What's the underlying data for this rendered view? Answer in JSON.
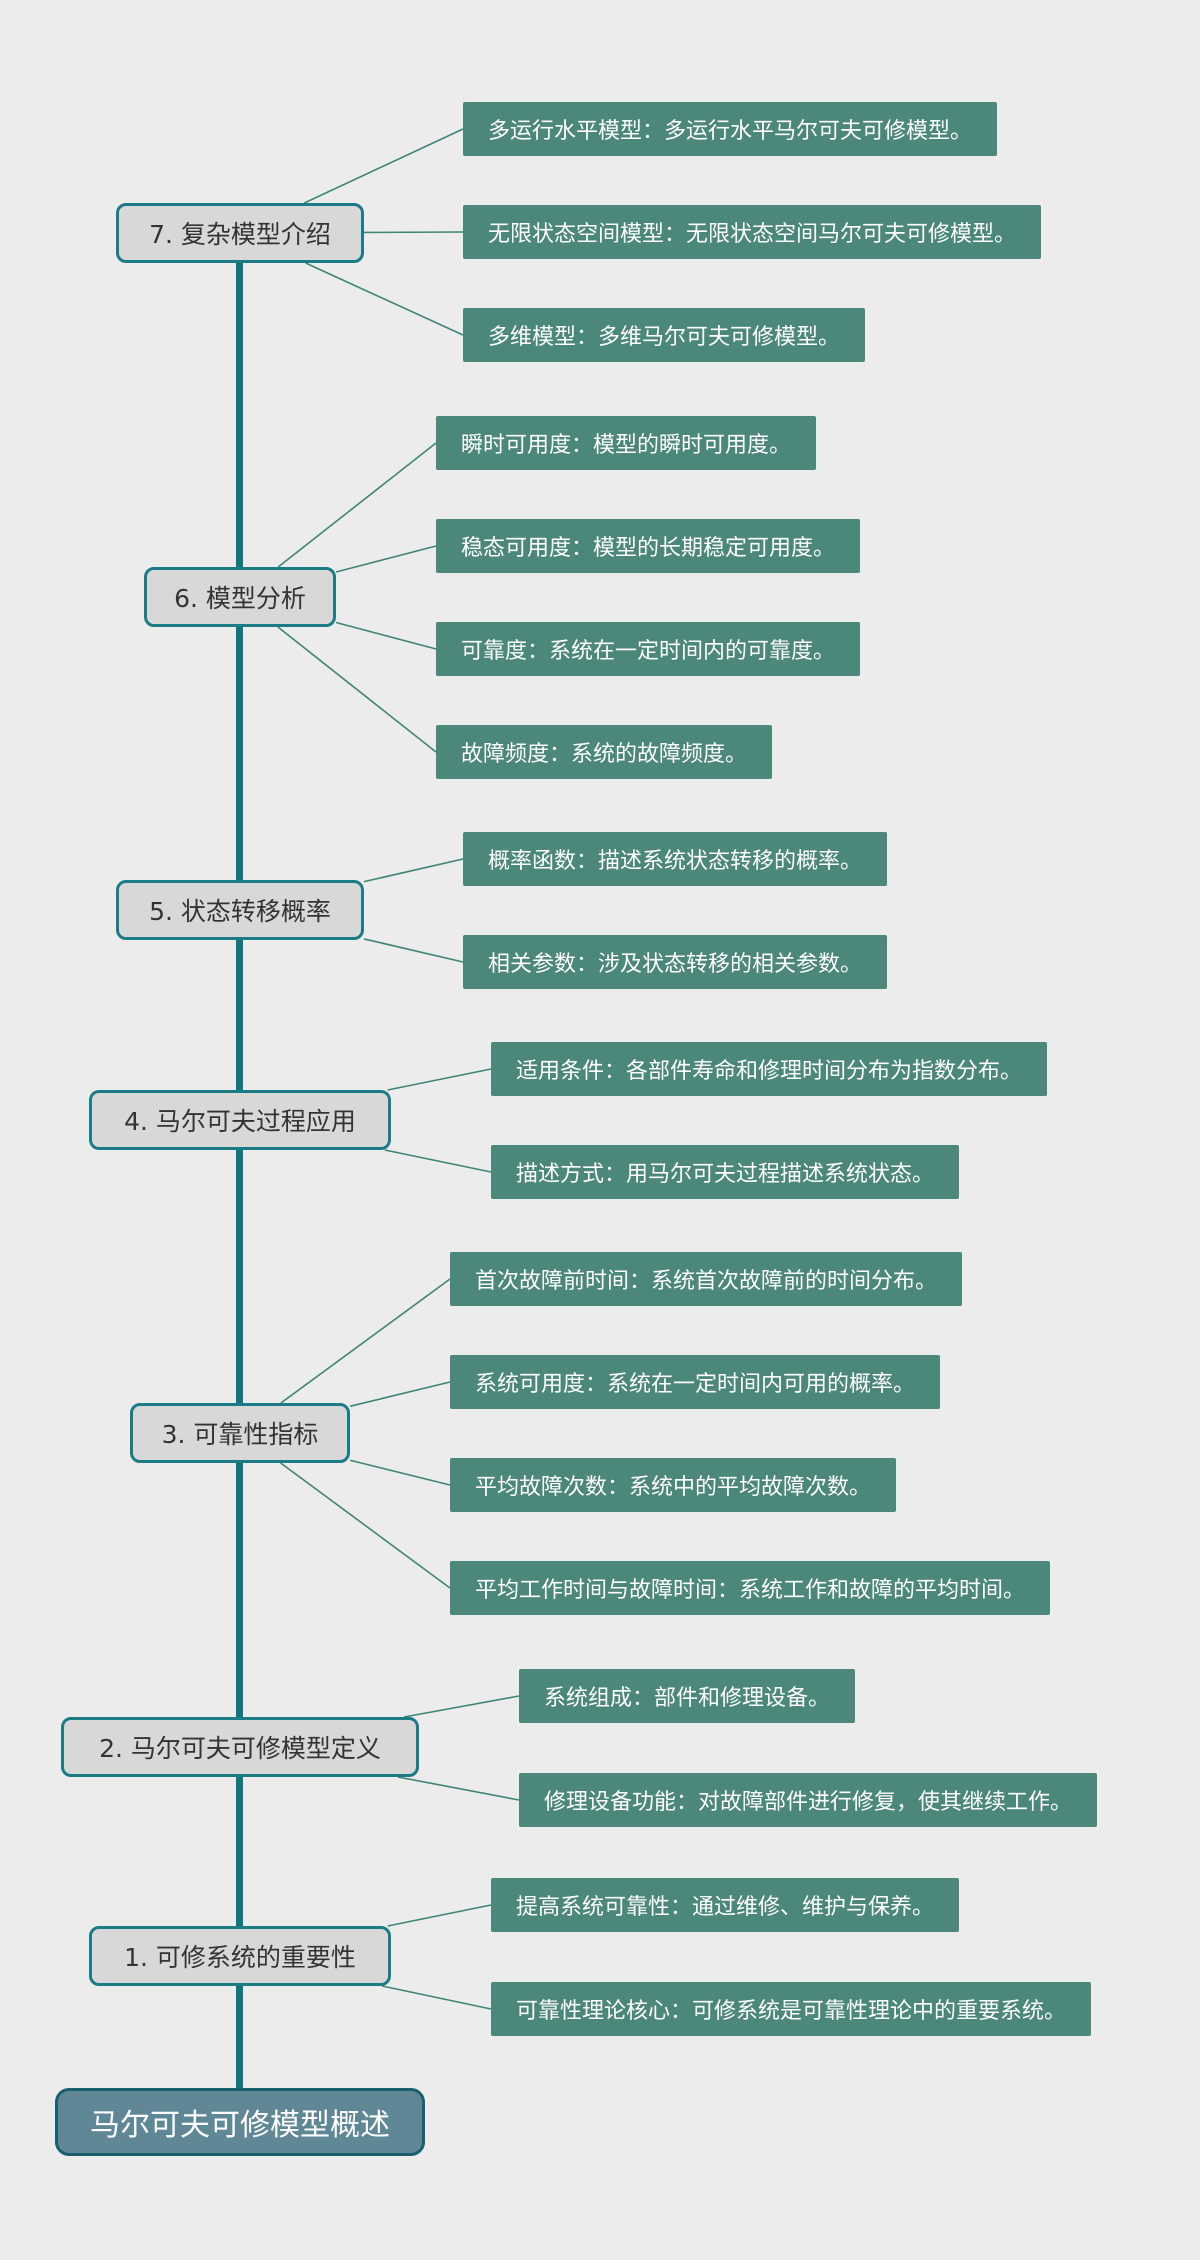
{
  "root": {
    "label": "马尔可夫可修模型概述"
  },
  "topics": [
    {
      "label": "1. 可修系统的重要性",
      "details": [
        "提高系统可靠性：通过维修、维护与保养。",
        "可靠性理论核心：可修系统是可靠性理论中的重要系统。"
      ]
    },
    {
      "label": "2. 马尔可夫可修模型定义",
      "details": [
        "系统组成：部件和修理设备。",
        "修理设备功能：对故障部件进行修复，使其继续工作。"
      ]
    },
    {
      "label": "3. 可靠性指标",
      "details": [
        "首次故障前时间：系统首次故障前的时间分布。",
        "系统可用度：系统在一定时间内可用的概率。",
        "平均故障次数：系统中的平均故障次数。",
        "平均工作时间与故障时间：系统工作和故障的平均时间。"
      ]
    },
    {
      "label": "4. 马尔可夫过程应用",
      "details": [
        "适用条件：各部件寿命和修理时间分布为指数分布。",
        "描述方式：用马尔可夫过程描述系统状态。"
      ]
    },
    {
      "label": "5. 状态转移概率",
      "details": [
        "概率函数：描述系统状态转移的概率。",
        "相关参数：涉及状态转移的相关参数。"
      ]
    },
    {
      "label": "6. 模型分析",
      "details": [
        "瞬时可用度：模型的瞬时可用度。",
        "稳态可用度：模型的长期稳定可用度。",
        "可靠度：系统在一定时间内的可靠度。",
        "故障频度：系统的故障频度。"
      ]
    },
    {
      "label": "7. 复杂模型介绍",
      "details": [
        "多运行水平模型：多运行水平马尔可夫可修模型。",
        "无限状态空间模型：无限状态空间马尔可夫可修模型。",
        "多维模型：多维马尔可夫可修模型。"
      ]
    }
  ],
  "colors": {
    "background": "#ececec",
    "spine": "#11757e",
    "topic_fill": "#d8d8d8",
    "topic_border": "#1b7c86",
    "leaf_fill": "#4b877a",
    "root_fill": "#5f8795",
    "connector": "#3f8478"
  }
}
